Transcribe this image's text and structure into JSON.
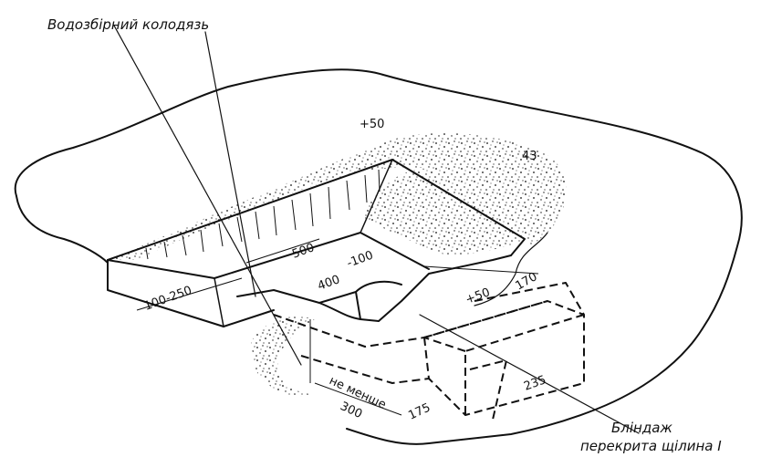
{
  "labels": {
    "well": "Водозбірний колодязь",
    "dugout_line1": "Бліндаж",
    "dugout_line2": "перекрита щілина I"
  },
  "dimensions": {
    "plus50_top": "+50",
    "num_43": "43",
    "d500": "500",
    "minus100": "-100",
    "d400": "400",
    "d100_250": "100-250",
    "plus50_low": "+50",
    "d170": "170",
    "ne_menshe": "не менше",
    "d300": "300",
    "d175": "175",
    "d235": "235"
  }
}
